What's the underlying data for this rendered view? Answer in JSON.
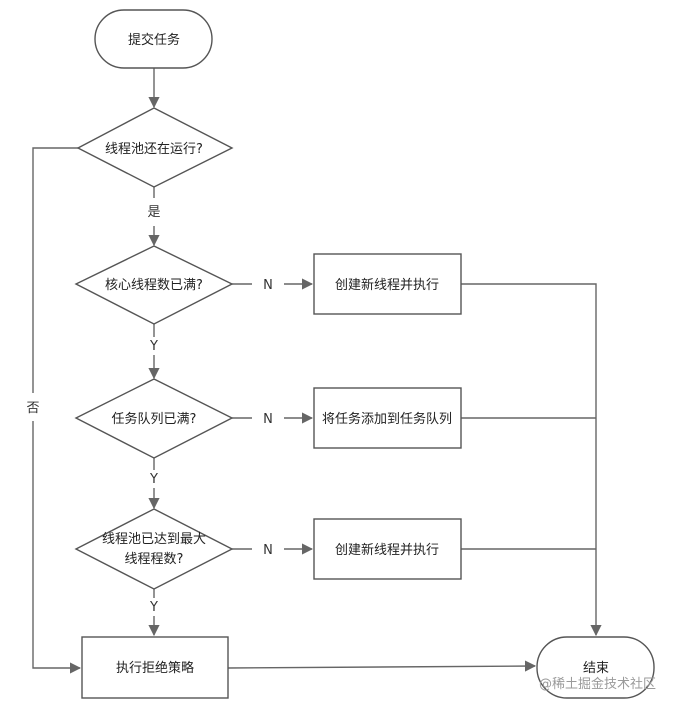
{
  "nodes": {
    "submit_task": "提交任务",
    "pool_running": "线程池还在运行?",
    "core_full": "核心线程数已满?",
    "queue_full": "任务队列已满?",
    "max_reached_line1": "线程池已达到最大",
    "max_reached_line2": "线程程数?",
    "create_thread_1": "创建新线程并执行",
    "add_to_queue": "将任务添加到任务队列",
    "create_thread_2": "创建新线程并执行",
    "reject_policy": "执行拒绝策略",
    "end": "结束"
  },
  "edge_labels": {
    "yes": "是",
    "no": "否",
    "n1": "N",
    "n2": "N",
    "n3": "N",
    "y1": "Y",
    "y2": "Y",
    "y3": "Y"
  },
  "watermark": "@稀土掘金技术社区",
  "colors": {
    "stroke": "#555555",
    "line": "#666666",
    "text": "#222222"
  }
}
